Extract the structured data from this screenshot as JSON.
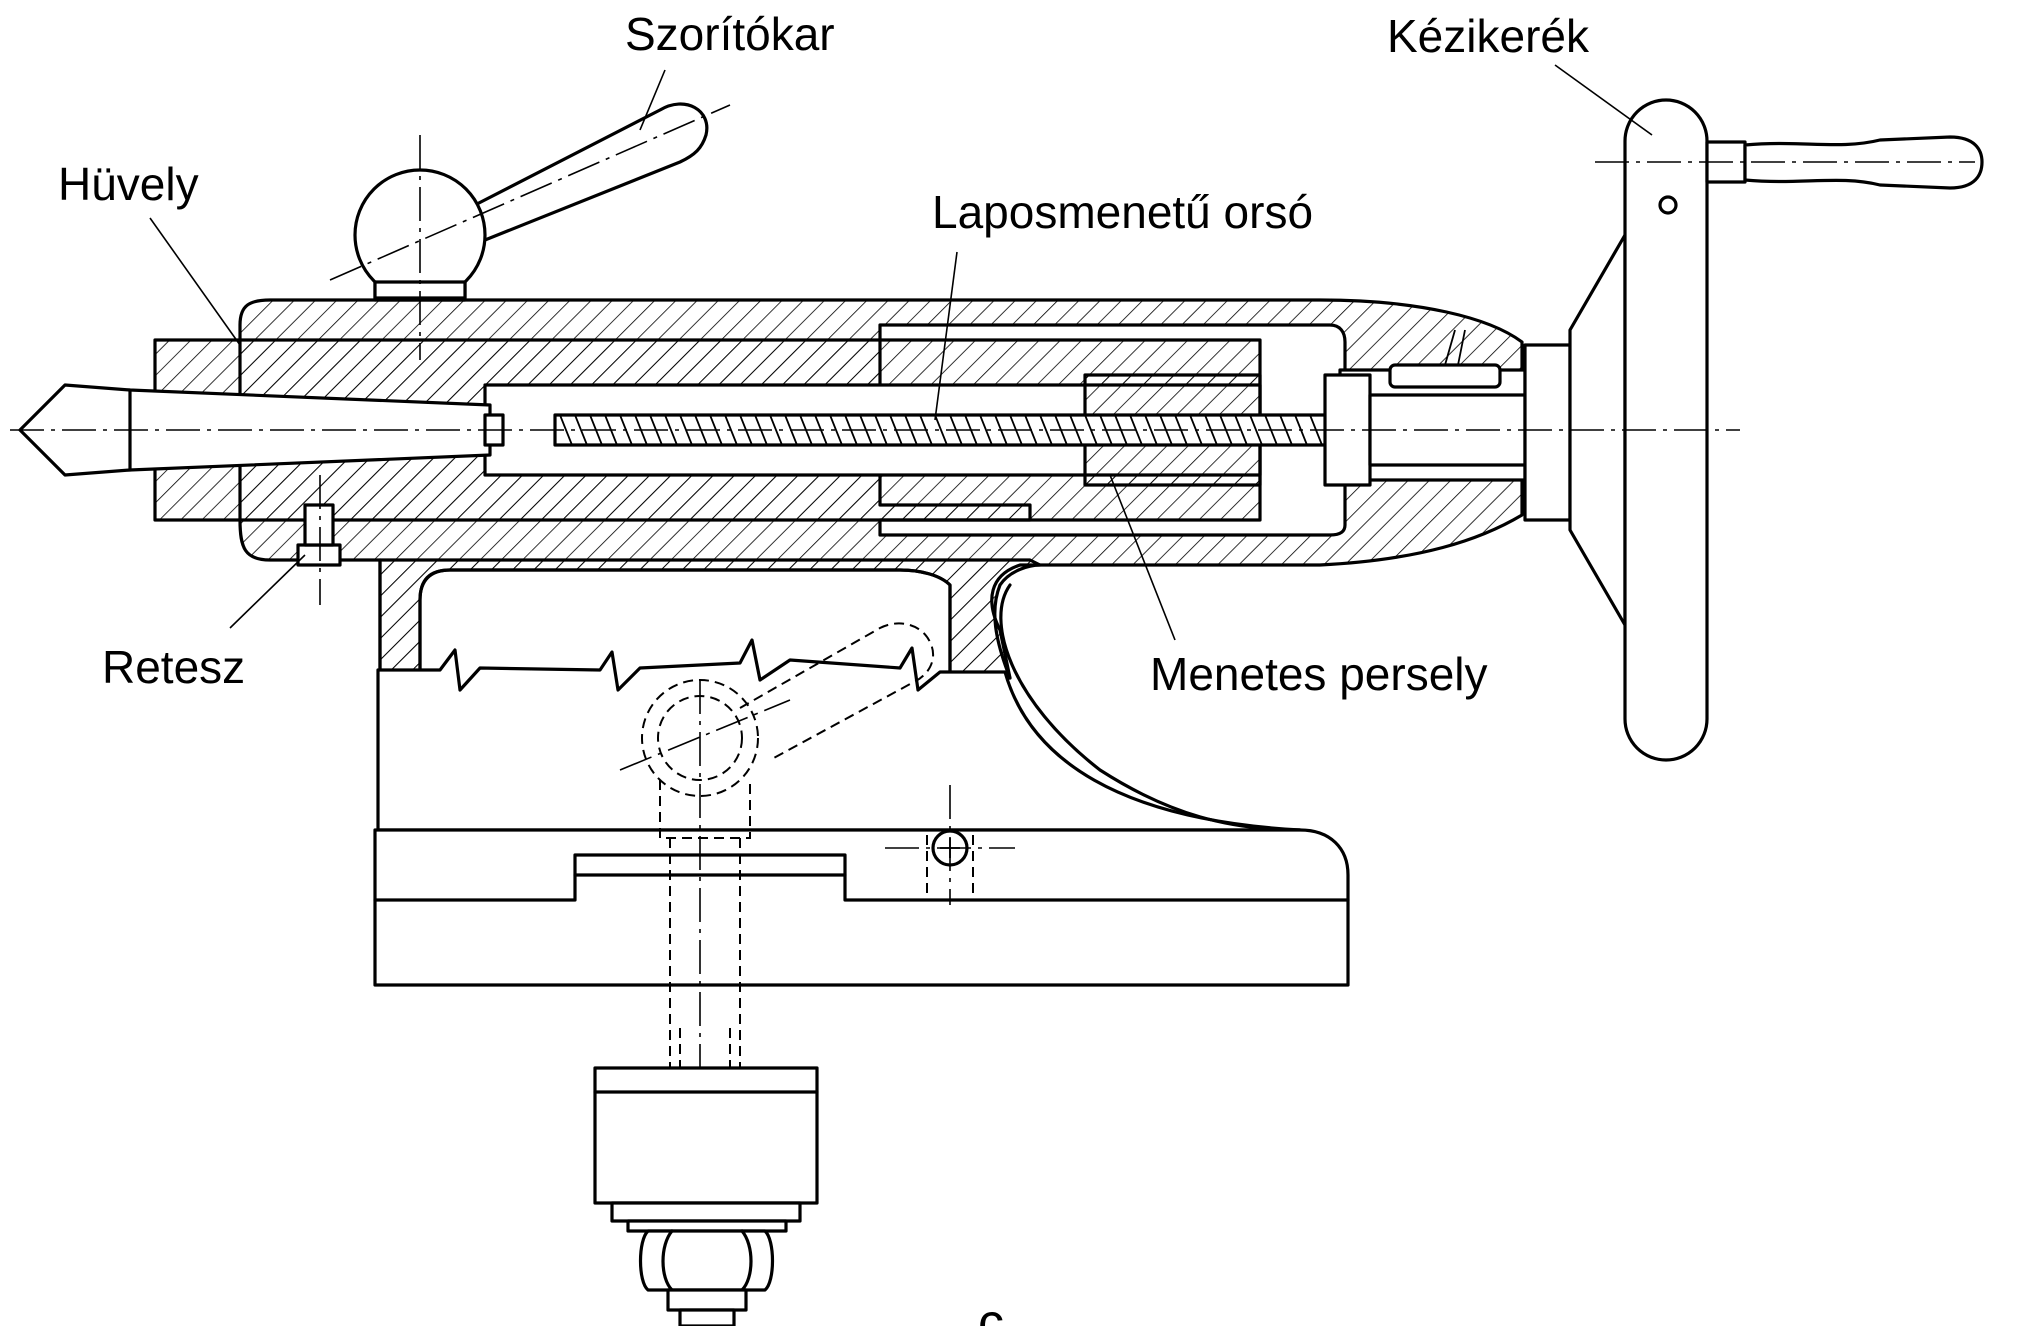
{
  "labels": {
    "szoritokar": "Szorítókar",
    "huvely": "Hüvely",
    "kezikerek": "Kézikerék",
    "laposmenetu_orso": "Laposmenetű orsó",
    "retesz": "Retesz",
    "menetes_persely": "Menetes persely"
  },
  "figure_mark": "c"
}
